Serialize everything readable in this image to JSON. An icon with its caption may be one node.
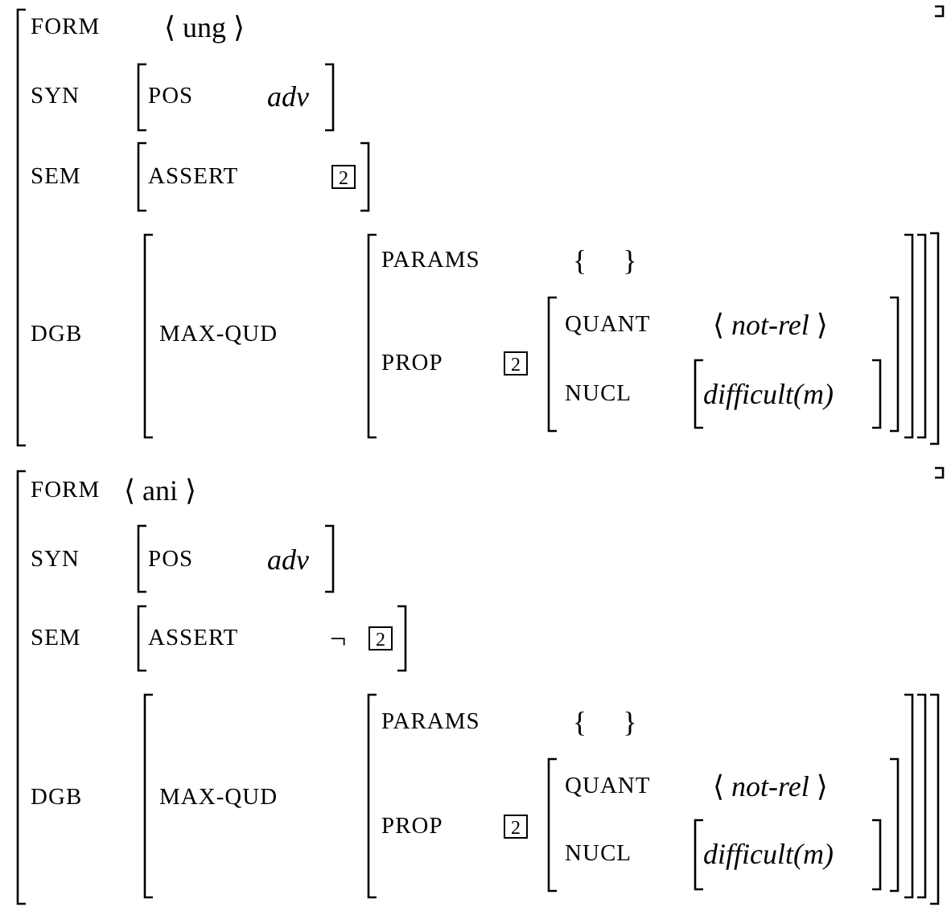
{
  "diagram": {
    "nodes": [
      {
        "text": [
          "2"
        ]
      },
      {
        "text": [
          "2"
        ]
      },
      {
        "text": [
          "2"
        ]
      },
      {
        "text": [
          "2"
        ]
      }
    ],
    "labels": [
      "FORM",
      "⟨ ung ⟩",
      "SYN",
      "POS",
      "adv",
      "SEM",
      "ASSERT",
      "DGB",
      "MAX-QUD",
      "PARAMS",
      "{ }",
      "PROP",
      "QUANT",
      "⟨ *not-rel* ⟩",
      "NUCL",
      "difficult(m)",
      "FORM",
      "⟨ ani ⟩",
      "SYN",
      "POS",
      "adv",
      "SEM",
      "ASSERT",
      "¬",
      "DGB",
      "MAX-QUD",
      "PARAMS",
      "{ }",
      "PROP",
      "QUANT",
      "⟨ *not-rel* ⟩",
      "NUCL",
      "difficult(m)"
    ]
  }
}
